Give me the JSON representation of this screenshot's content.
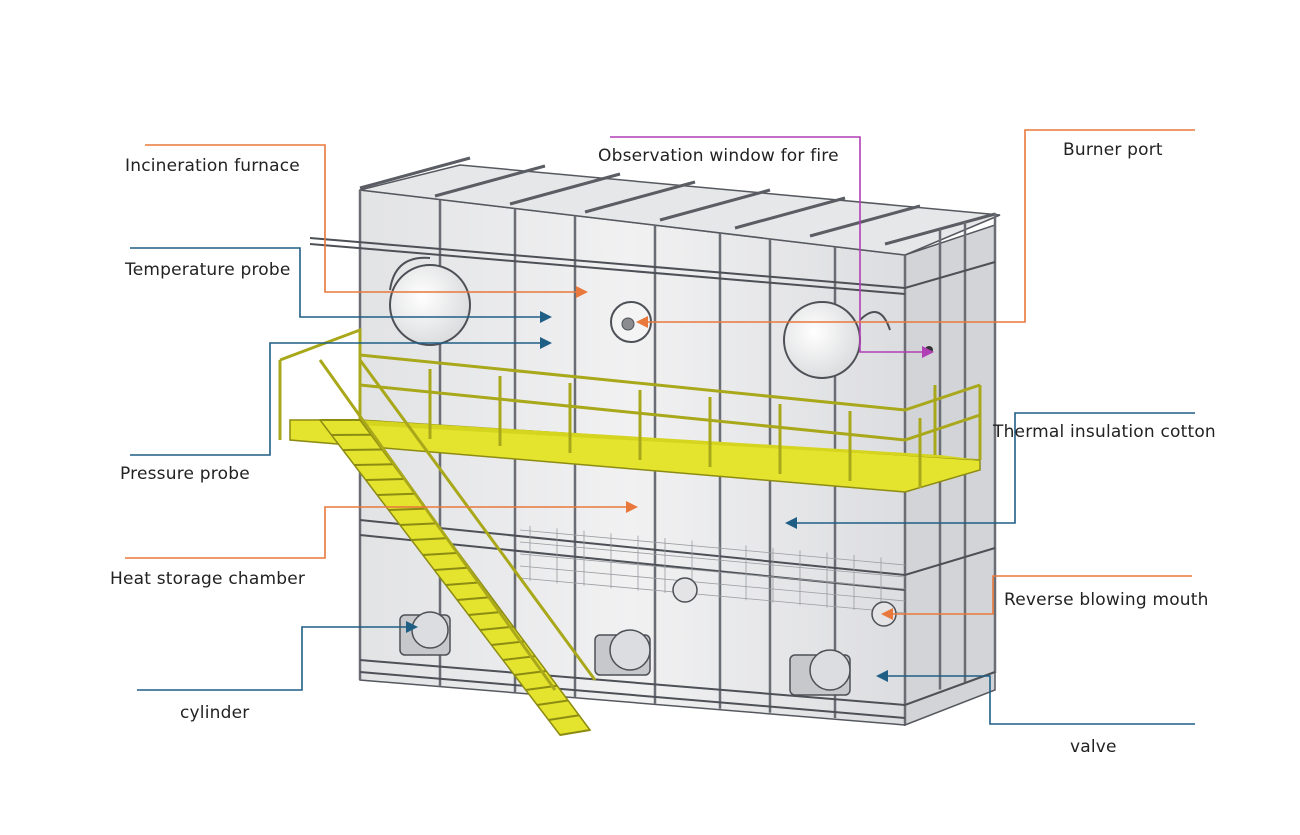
{
  "labels": {
    "incineration_furnace": "Incineration furnace",
    "temperature_probe": "Temperature probe",
    "pressure_probe": "Pressure probe",
    "heat_storage_chamber": "Heat storage chamber",
    "cylinder": "cylinder",
    "observation_window": "Observation window for fire",
    "burner_port": "Burner port",
    "thermal_insulation": "Thermal insulation cotton",
    "reverse_blowing": "Reverse blowing mouth",
    "valve": "valve"
  },
  "colors": {
    "orange_leader": "#e8783c",
    "blue_leader": "#1f5f86",
    "purple_leader": "#b13fb5",
    "platform_yellow": "#e6e22c",
    "platform_yellow_dark": "#9b9a14",
    "steel": "#5f6268",
    "panel": "#e9e9ea"
  }
}
